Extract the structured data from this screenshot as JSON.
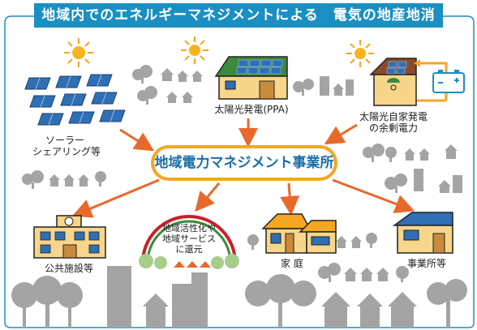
{
  "title": "地域内でのエネルギーマネジメントによる　電気の地産地消",
  "center": "地域電力マネジメント事業所",
  "sources": {
    "solar_sharing": [
      "ソーラー",
      "シェアリング等"
    ],
    "ppa": "太陽光発電(PPA)",
    "self_surplus": [
      "太陽光自家発電",
      "の余剰電力"
    ]
  },
  "consumers": {
    "public": "公共施設等",
    "community": [
      "地域活性化や",
      "地域サービス",
      "に還元"
    ],
    "home": "家 庭",
    "business": "事業所等"
  },
  "colors": {
    "banner": "#1a8fc2",
    "frame": "#1a8fc2",
    "hub_border": "#f5a623",
    "hub_text": "#1a6fa8",
    "arrow": "#e8692a",
    "tree_gray": "#9a9a9a"
  }
}
